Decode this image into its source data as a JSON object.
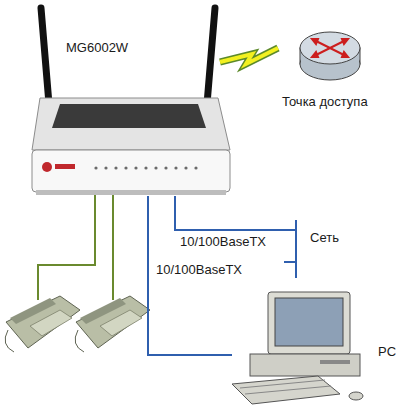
{
  "diagram": {
    "nodes": [
      {
        "text": [
          "MG6002W"
        ]
      },
      {
        "text": [
          "Точка доступа"
        ]
      },
      {
        "text": [
          "Сеть"
        ]
      },
      {
        "text": [
          "PC"
        ]
      }
    ],
    "edges": [
      {
        "from": 0,
        "to": 1,
        "arrow": "none"
      },
      {
        "from": 0,
        "to": 2,
        "label": "10/100BaseTX",
        "arrow": "none"
      },
      {
        "from": 0,
        "to": 3,
        "label": "10/100BaseTX",
        "arrow": "none"
      }
    ]
  }
}
